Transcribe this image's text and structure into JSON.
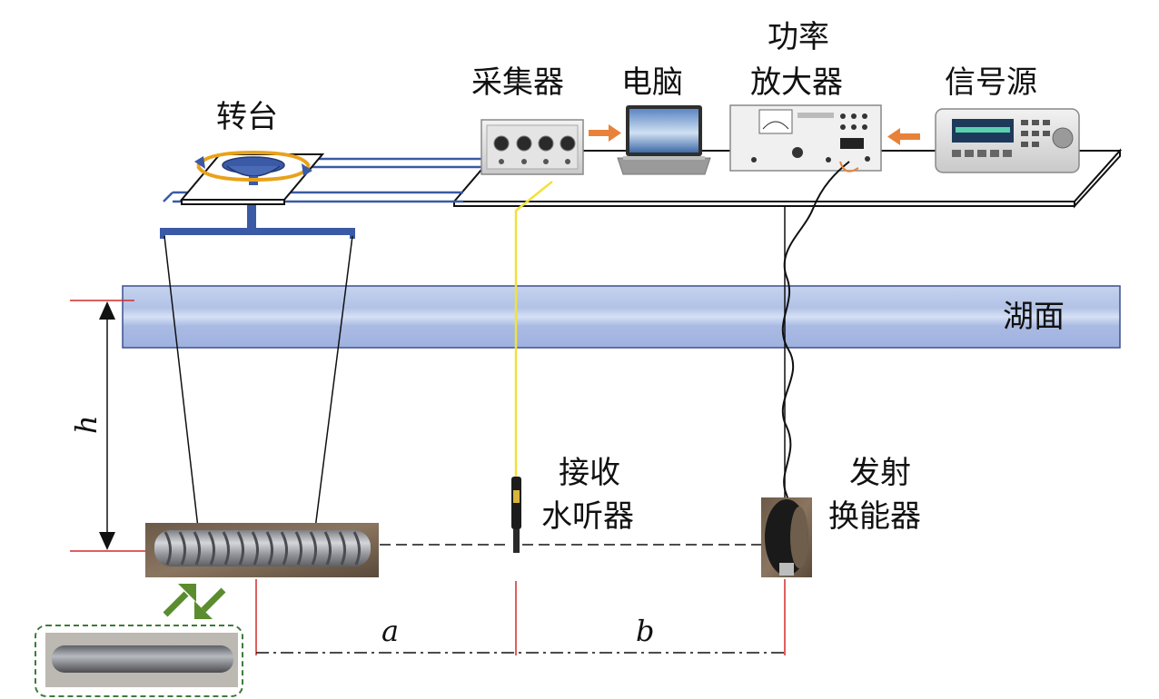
{
  "labels": {
    "turntable": "转台",
    "collector": "采集器",
    "computer": "电脑",
    "power_amp_line1": "功率",
    "power_amp_line2": "放大器",
    "signal_source": "信号源",
    "lake_surface": "湖面",
    "receiver_line1": "接收",
    "receiver_line2": "水听器",
    "transmitter_line1": "发射",
    "transmitter_line2": "换能器",
    "depth": "h",
    "dist_a": "a",
    "dist_b": "b"
  },
  "colors": {
    "lake": "#b3c3e6",
    "lake_border": "#3d4f8f",
    "blue_structure": "#3a5aa6",
    "turntable_ring": "#e8a21a",
    "arrow_orange": "#e8823a",
    "cable_yellow": "#f2e13c",
    "red_line": "#d22a2a",
    "green_arrow": "#5b8c2f",
    "green_box": "#3e7b3c"
  }
}
